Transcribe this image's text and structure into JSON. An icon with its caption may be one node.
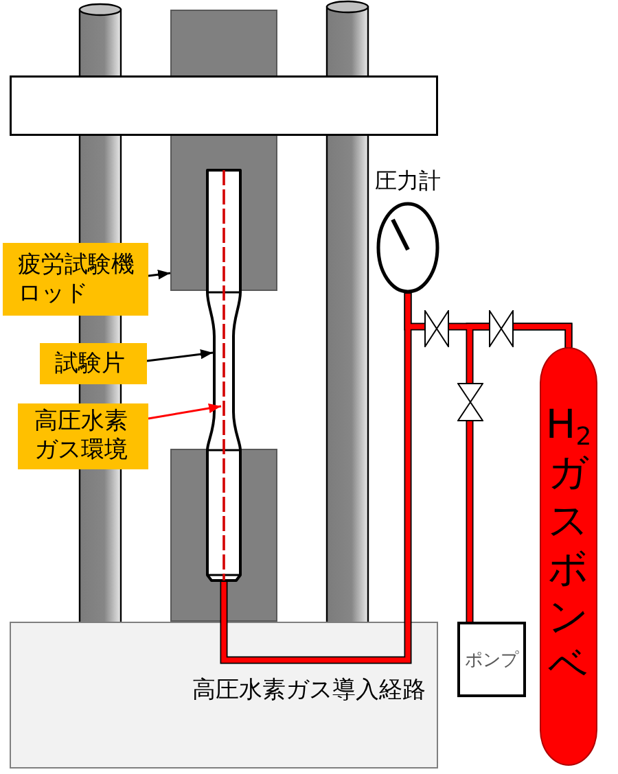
{
  "diagram": {
    "nodes": [
      {
        "text": [
          "疲労試験機ロッド"
        ]
      },
      {
        "text": [],
        "shape": "box"
      },
      {
        "text": [
          "試験片"
        ]
      },
      {
        "text": [],
        "shape": "bar"
      },
      {
        "text": [],
        "shape": "line",
        "in": 3
      },
      {
        "text": [
          "高圧水素ガス環境"
        ]
      },
      {
        "text": [
          "圧力計"
        ]
      },
      {
        "text": [
          "H$_{2}$ガスボンベ"
        ]
      },
      {
        "text": [
          "ポンプ"
        ]
      }
    ],
    "edges": [
      {
        "from": 0,
        "to": 1,
        "arrow": "to",
        "color": "#000000"
      },
      {
        "from": 2,
        "to": 3,
        "arrow": "to",
        "color": "#000000"
      },
      {
        "from": 5,
        "to": 4,
        "arrow": "to"
      },
      {
        "from": 3,
        "to": 6,
        "arrow": "none",
        "style": "thick"
      },
      {
        "from": 6,
        "to": 7,
        "arrow": "none",
        "style": "thick"
      },
      {
        "from": 8,
        "to": 7,
        "arrow": "none",
        "style": "thick"
      }
    ],
    "labels": [
      "高圧水素ガス導入経路"
    ]
  }
}
